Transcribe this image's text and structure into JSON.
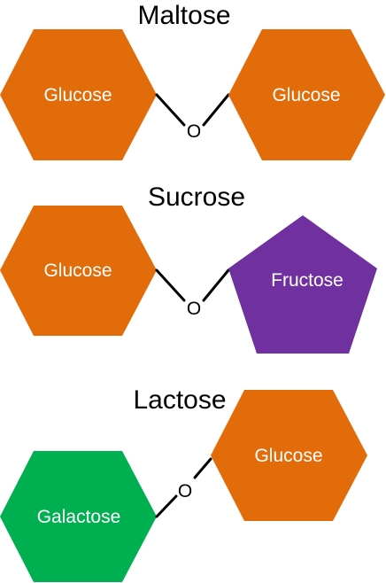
{
  "colors": {
    "glucose": "#e36c0a",
    "fructose": "#7030a0",
    "galactose": "#00b050",
    "bond": "#000000",
    "label_text": "#ffffff"
  },
  "maltose": {
    "title": "Maltose",
    "left_sugar": "Glucose",
    "linkage_atom": "O",
    "right_sugar": "Glucose"
  },
  "sucrose": {
    "title": "Sucrose",
    "left_sugar": "Glucose",
    "linkage_atom": "O",
    "right_sugar": "Fructose"
  },
  "lactose": {
    "title": "Lactose",
    "left_sugar": "Galactose",
    "linkage_atom": "O",
    "right_sugar": "Glucose"
  }
}
